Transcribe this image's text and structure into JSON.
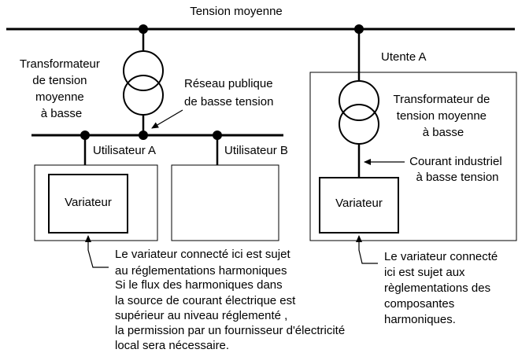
{
  "labels": {
    "medium_voltage": "Tension moyenne",
    "transformer_left": [
      "Transformateur",
      "de tension",
      "moyenne",
      "à basse"
    ],
    "public_network": [
      "Réseau publique",
      "de basse tension"
    ],
    "user_a": "Utilisateur A",
    "user_b": "Utilisateur B",
    "utente_a": "Utente A",
    "transformer_right": [
      "Transformateur de",
      "tension moyenne",
      "à basse"
    ],
    "industrial_current": [
      "Courant industriel",
      "à basse tension"
    ],
    "drive_left": "Variateur",
    "drive_right": "Variateur",
    "note_left": [
      "Le variateur connecté ici est sujet",
      "au réglementations harmoniques",
      "Si le flux des harmoniques dans",
      "la source de courant électrique est",
      "supérieur au niveau réglementé ,",
      "la permission par un fournisseur d'électricité",
      "local sera nécessaire."
    ],
    "note_right": [
      "Le variateur connecté",
      "ici est sujet aux",
      "règlementations des",
      "composantes",
      "harmoniques."
    ]
  }
}
